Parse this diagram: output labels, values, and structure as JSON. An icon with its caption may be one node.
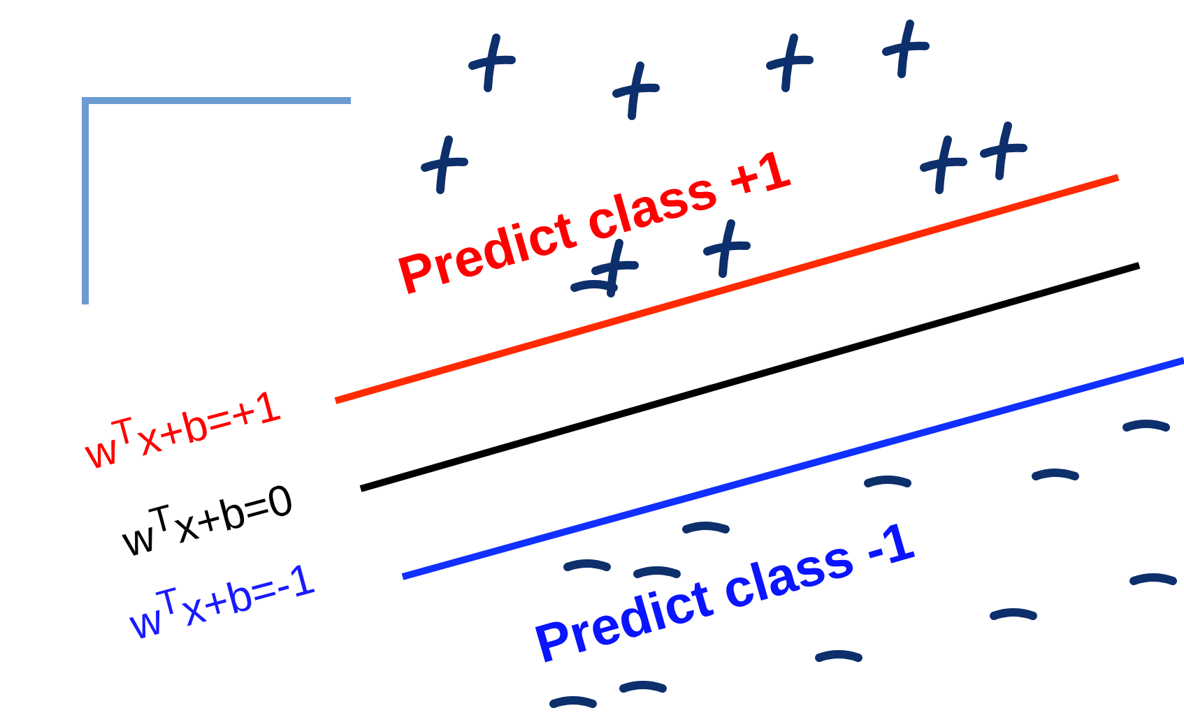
{
  "diagram": {
    "labels": [
      "Predict class +1",
      "w$^{T}$x+b=+1",
      "w$^{T}$x+b=0",
      "w$^{T}$x+b=-1",
      "Predict class -1"
    ]
  }
}
